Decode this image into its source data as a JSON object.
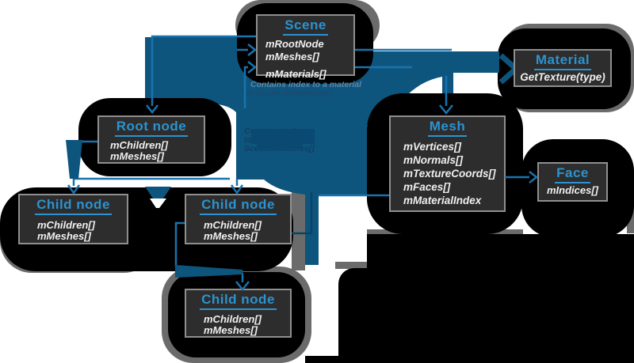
{
  "diagram": {
    "boxes": {
      "scene": {
        "title": "Scene",
        "members": [
          "mRootNode",
          "mMeshes[]",
          "mMaterials[]"
        ]
      },
      "material": {
        "title": "Material",
        "members": [
          "GetTexture(type)"
        ]
      },
      "mesh": {
        "title": "Mesh",
        "members": [
          "mVertices[]",
          "mNormals[]",
          "mTextureCoords[]",
          "mFaces[]",
          "mMaterialIndex"
        ]
      },
      "face": {
        "title": "Face",
        "members": [
          "mIndices[]"
        ]
      },
      "root": {
        "title": "Root node",
        "members": [
          "mChildren[]",
          "mMeshes[]"
        ]
      },
      "child1": {
        "title": "Child node",
        "members": [
          "mChildren[]",
          "mMeshes[]"
        ]
      },
      "child2": {
        "title": "Child node",
        "members": [
          "mChildren[]",
          "mMeshes[]"
        ]
      },
      "child3": {
        "title": "Child node",
        "members": [
          "mChildren[]",
          "mMeshes[]"
        ]
      }
    },
    "annotations": {
      "material_note": {
        "line1": "Contains index to a material",
        "line2": "in Scene.mMaterials[]"
      },
      "mesh_note": {
        "line1": "Contains indices",
        "line2": "to meshes in",
        "line3": "Scene.mMeshes[]"
      }
    },
    "colors": {
      "big_arrow": "#0e557e",
      "thin_arrow": "#1973ae",
      "dark_line": "#0b4468",
      "title_blue": "#2b93d1",
      "box_bg": "#2d2d2d",
      "box_border": "#8f8f8f",
      "member_text": "#efefef",
      "shadow_gray": "#6b6b6b",
      "shadow_black": "#000000",
      "note_light": "#5e86a4",
      "note_dark": "#1a4a70"
    }
  }
}
